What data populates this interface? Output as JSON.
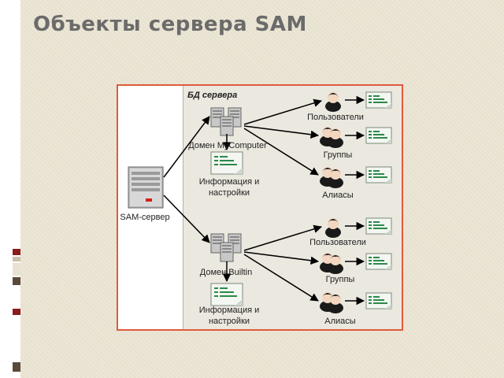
{
  "slide": {
    "title": "Объекты сервера SAM",
    "accent_colors": [
      "#8a1c1c",
      "#c8c0a8",
      "#5a4a3a"
    ]
  },
  "diagram": {
    "db_label": "БД сервера",
    "server_label": "SAM-сервер",
    "domain_computer": {
      "label": "Домен MyComputer",
      "info_label_line1": "Информация и",
      "info_label_line2": "настройки",
      "children": [
        "Пользователи",
        "Группы",
        "Алиасы"
      ]
    },
    "domain_builtin": {
      "label": "Домен Builtin",
      "info_label_line1": "Информация и",
      "info_label_line2": "настройки",
      "children": [
        "Пользователи",
        "Группы",
        "Алиасы"
      ]
    },
    "icons": [
      "server-icon",
      "domain-servers-icon",
      "info-card-icon",
      "user-icon",
      "group-icon",
      "alias-group-icon"
    ],
    "colors": {
      "frame": "#e05a3c",
      "arrow": "#000000",
      "card": "#3a8a5a"
    }
  }
}
